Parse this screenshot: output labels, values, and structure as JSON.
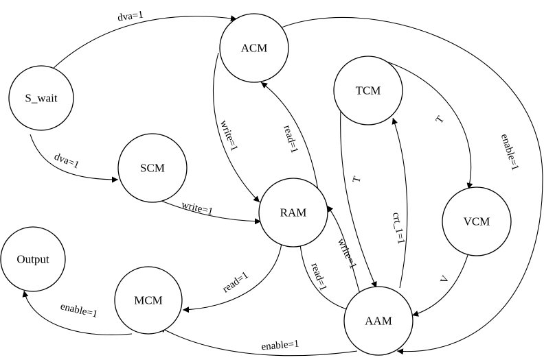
{
  "nodes": {
    "s_wait": "S_wait",
    "acm": "ACM",
    "scm": "SCM",
    "tcm": "TCM",
    "ram": "RAM",
    "vcm": "VCM",
    "output": "Output",
    "mcm": "MCM",
    "aam": "AAM"
  },
  "edges": {
    "swait_acm": "dva=1",
    "swait_scm": "dva=1",
    "scm_ram": "write=1",
    "acm_ram": "write=1",
    "ram_acm": "read=1",
    "tcm_vcm": "T",
    "acm_aam": "enable=1",
    "tcm_aam": "T",
    "aam_tcm": "crt_1=1",
    "aam_ram": "write=1",
    "ram_aam": "read=1",
    "vcm_aam": "V",
    "ram_mcm": "read=1",
    "mcm_output": "enable=1",
    "aam_mcm": "enable=1"
  }
}
